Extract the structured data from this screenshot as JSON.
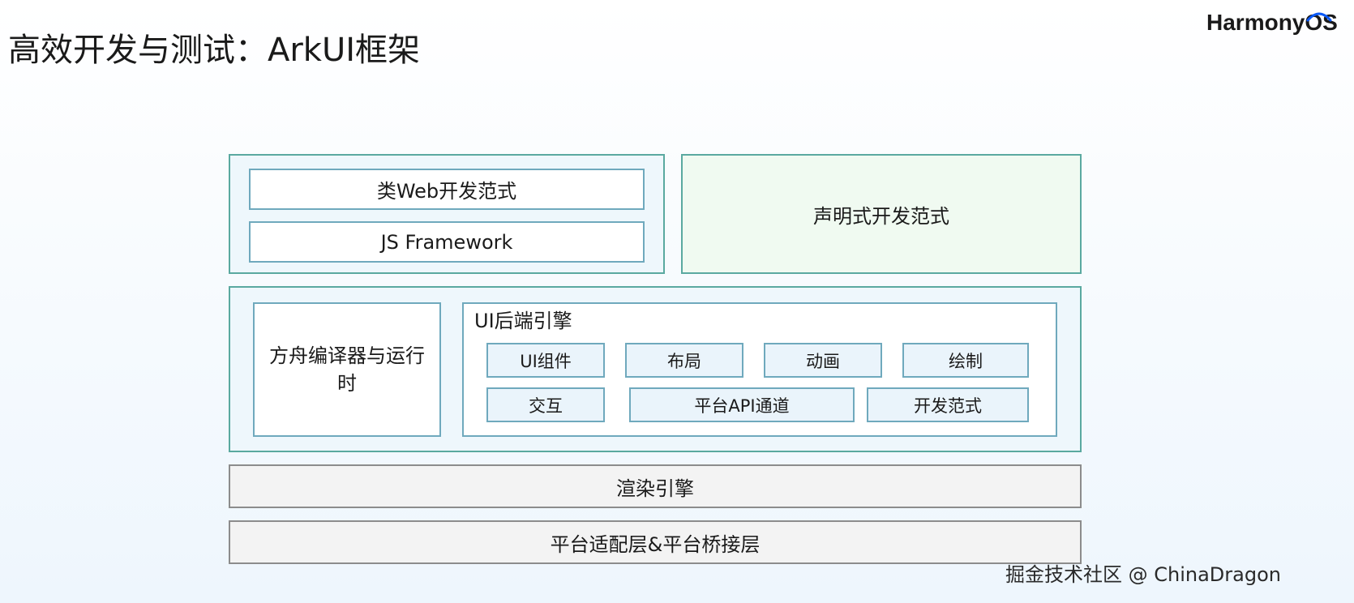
{
  "header": {
    "title": "高效开发与测试：ArkUI框架",
    "brand": "HarmonyOS"
  },
  "diagram": {
    "web_group": {
      "web_paradigm": "类Web开发范式",
      "js_framework": "JS Framework"
    },
    "declarative_paradigm": "声明式开发范式",
    "compiler_runtime": "方舟编译器与运行时",
    "ui_engine": {
      "title": "UI后端引擎",
      "modules": [
        "UI组件",
        "布局",
        "动画",
        "绘制",
        "交互",
        "平台API通道",
        "开发范式"
      ]
    },
    "render_engine": "渲染引擎",
    "platform_layer": "平台适配层&平台桥接层"
  },
  "watermark": "掘金技术社区 @ ChinaDragon",
  "colors": {
    "group_border": "#5aa9a0",
    "inner_border": "#6fa9bd",
    "module_fill": "#eaf4fb",
    "declarative_fill": "#f0faf1",
    "layer_border": "#8c8c8c",
    "layer_fill": "#f3f3f3",
    "brand_arc": "#0a59f7"
  }
}
